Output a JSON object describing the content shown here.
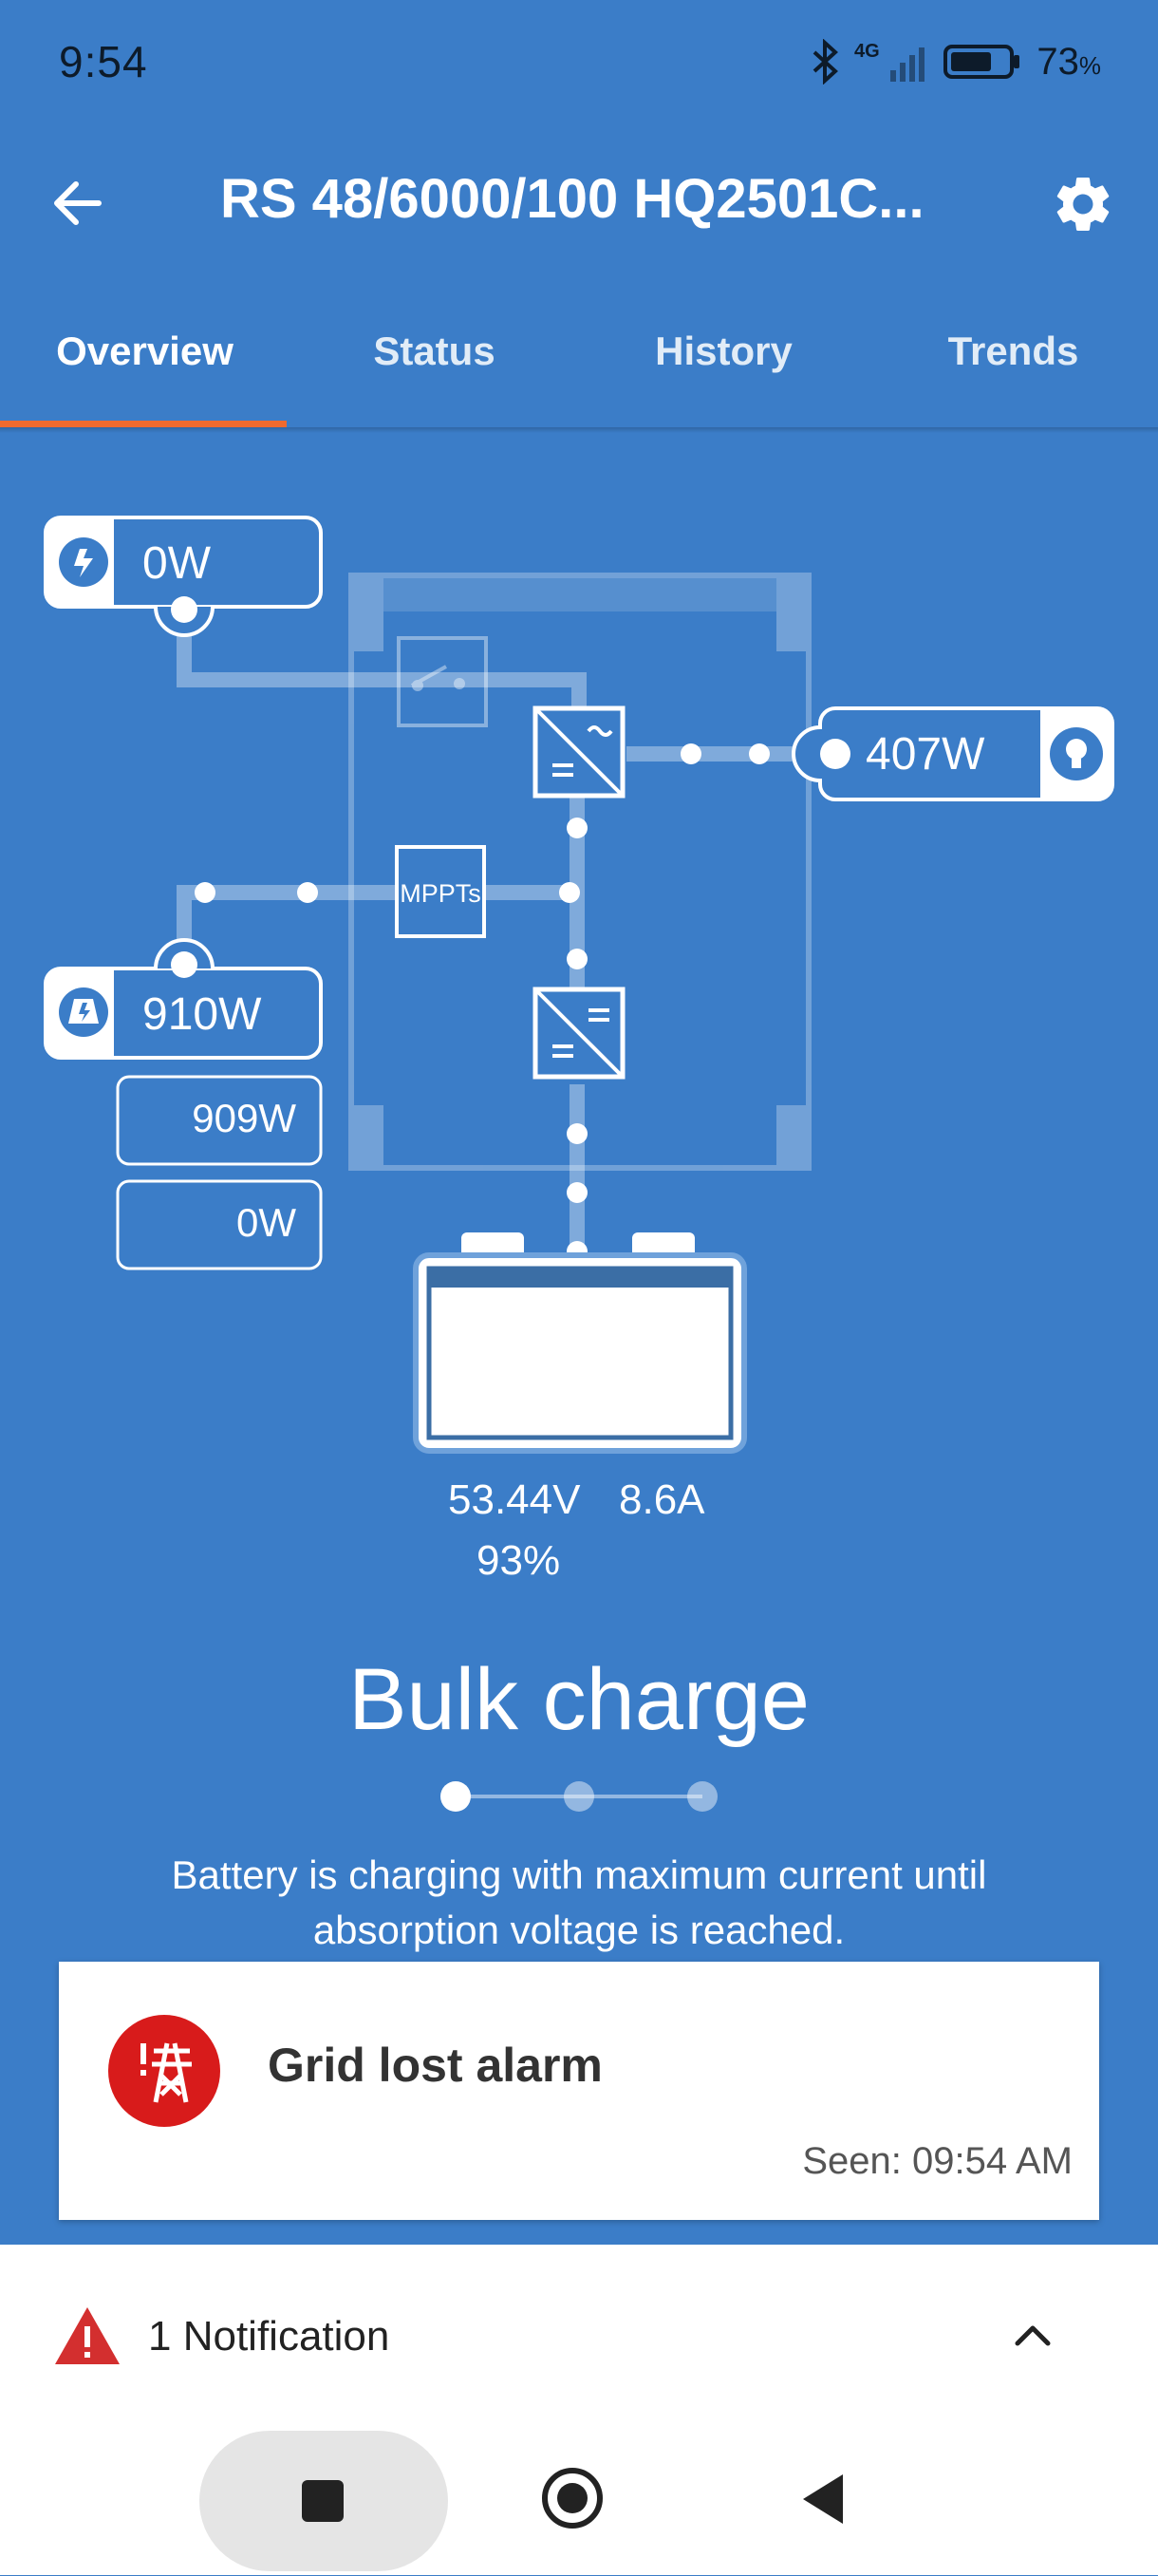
{
  "status_bar": {
    "time": "9:54",
    "network": "4G",
    "battery_percent": "73",
    "battery_unit": "%",
    "icons": [
      "bluetooth-icon",
      "signal-icon",
      "battery-icon"
    ]
  },
  "header": {
    "title": "RS 48/6000/100 HQ2501C...",
    "back_icon": "back-arrow-icon",
    "settings_icon": "gear-icon"
  },
  "tabs": [
    {
      "label": "Overview",
      "active": true
    },
    {
      "label": "Status",
      "active": false
    },
    {
      "label": "History",
      "active": false
    },
    {
      "label": "Trends",
      "active": false
    }
  ],
  "diagram": {
    "ac_in_power": "0W",
    "ac_out_power": "407W",
    "pv_power": "910W",
    "pv_tracker_1": "909W",
    "pv_tracker_2": "0W",
    "mppt_label": "MPPTs",
    "battery_voltage": "53.44V",
    "battery_current": "8.6A",
    "battery_soc": "93%"
  },
  "charge_state": {
    "title": "Bulk charge",
    "step_count": 3,
    "active_step": 1,
    "description": "Battery is charging with maximum current until absorption voltage is reached."
  },
  "alarm": {
    "title": "Grid lost alarm",
    "seen": "Seen: 09:54 AM",
    "icon": "grid-tower-icon",
    "color": "#d81b1b"
  },
  "notifications": {
    "label": "1 Notification",
    "icon": "warning-icon",
    "color": "#d32f2f"
  },
  "colors": {
    "background": "#3b7dc8",
    "accent": "#ef6a2f"
  }
}
